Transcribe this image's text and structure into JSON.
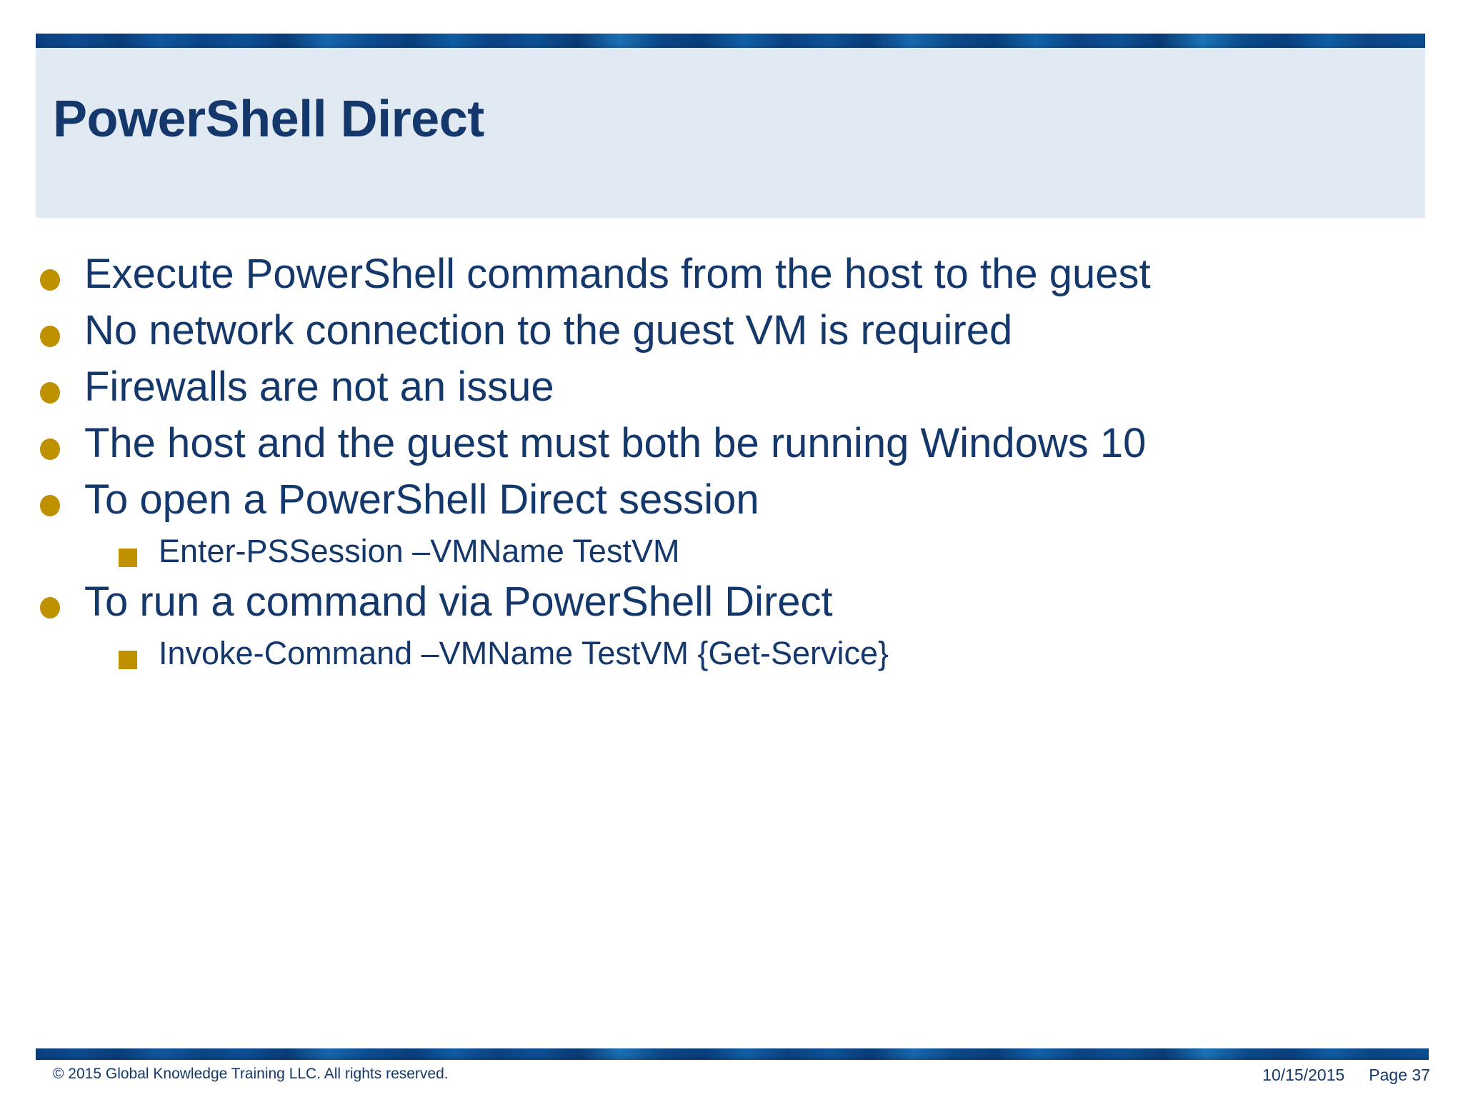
{
  "slide": {
    "title": "PowerShell Direct",
    "colors": {
      "header_background": "#E1E9F2",
      "text_navy": "#14386B",
      "bullet_gold": "#BF9000",
      "accent_bar_blue": "#0C4D92",
      "slide_background": "#FFFFFF"
    },
    "body": {
      "bullets": [
        {
          "level": 1,
          "marker": "dot",
          "text": "Execute PowerShell commands from the host to the guest"
        },
        {
          "level": 1,
          "marker": "dot",
          "text": "No network connection to the guest VM is required"
        },
        {
          "level": 1,
          "marker": "dot",
          "text": "Firewalls are not an issue"
        },
        {
          "level": 1,
          "marker": "dot",
          "text": "The host and the guest must both be running Windows 10"
        },
        {
          "level": 1,
          "marker": "dot",
          "text": "To open a PowerShell Direct session"
        },
        {
          "level": 2,
          "marker": "square",
          "text": "Enter-PSSession –VMName TestVM"
        },
        {
          "level": 1,
          "marker": "dot",
          "text": "To run a command via PowerShell Direct"
        },
        {
          "level": 2,
          "marker": "square",
          "text": "Invoke-Command –VMName TestVM {Get-Service}"
        }
      ]
    },
    "footer": {
      "copyright": "© 2015 Global Knowledge Training LLC. All rights reserved.",
      "date": "10/15/2015",
      "page": "Page 37"
    }
  }
}
